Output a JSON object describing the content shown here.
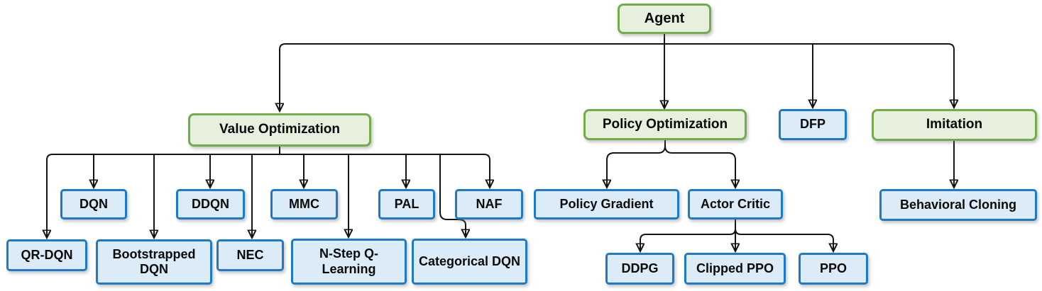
{
  "diagram": {
    "type": "hierarchy-flowchart",
    "subject": "Reinforcement learning agent taxonomy"
  },
  "colors": {
    "category_fill": "#e7f0dd",
    "category_border": "#74ac4c",
    "algorithm_fill": "#dcebf8",
    "algorithm_border": "#1e7ac9",
    "connector": "#141414",
    "text": "#0a0a0a",
    "background": "#ffffff"
  },
  "nodes": {
    "agent": {
      "label": "Agent",
      "type": "category"
    },
    "value_optimization": {
      "label": "Value Optimization",
      "type": "category"
    },
    "policy_optimization": {
      "label": "Policy Optimization",
      "type": "category"
    },
    "dfp": {
      "label": "DFP",
      "type": "algorithm"
    },
    "imitation": {
      "label": "Imitation",
      "type": "category"
    },
    "dqn": {
      "label": "DQN",
      "type": "algorithm"
    },
    "ddqn": {
      "label": "DDQN",
      "type": "algorithm"
    },
    "mmc": {
      "label": "MMC",
      "type": "algorithm"
    },
    "pal": {
      "label": "PAL",
      "type": "algorithm"
    },
    "naf": {
      "label": "NAF",
      "type": "algorithm"
    },
    "qr_dqn": {
      "label": "QR-DQN",
      "type": "algorithm"
    },
    "bootstrapped_dqn": {
      "label": "Bootstrapped DQN",
      "type": "algorithm"
    },
    "nec": {
      "label": "NEC",
      "type": "algorithm"
    },
    "n_step_q_learning": {
      "label": "N-Step Q-Learning",
      "type": "algorithm"
    },
    "categorical_dqn": {
      "label": "Categorical DQN",
      "type": "algorithm"
    },
    "policy_gradient": {
      "label": "Policy Gradient",
      "type": "algorithm"
    },
    "actor_critic": {
      "label": "Actor Critic",
      "type": "algorithm"
    },
    "ddpg": {
      "label": "DDPG",
      "type": "algorithm"
    },
    "clipped_ppo": {
      "label": "Clipped PPO",
      "type": "algorithm"
    },
    "ppo": {
      "label": "PPO",
      "type": "algorithm"
    },
    "behavioral_cloning": {
      "label": "Behavioral Cloning",
      "type": "algorithm"
    }
  },
  "edges": [
    {
      "from": "agent",
      "to": "value_optimization"
    },
    {
      "from": "agent",
      "to": "policy_optimization"
    },
    {
      "from": "agent",
      "to": "dfp"
    },
    {
      "from": "agent",
      "to": "imitation"
    },
    {
      "from": "value_optimization",
      "to": "qr_dqn"
    },
    {
      "from": "value_optimization",
      "to": "dqn"
    },
    {
      "from": "value_optimization",
      "to": "bootstrapped_dqn"
    },
    {
      "from": "value_optimization",
      "to": "ddqn"
    },
    {
      "from": "value_optimization",
      "to": "nec"
    },
    {
      "from": "value_optimization",
      "to": "mmc"
    },
    {
      "from": "value_optimization",
      "to": "n_step_q_learning"
    },
    {
      "from": "value_optimization",
      "to": "pal"
    },
    {
      "from": "value_optimization",
      "to": "categorical_dqn"
    },
    {
      "from": "value_optimization",
      "to": "naf"
    },
    {
      "from": "policy_optimization",
      "to": "policy_gradient"
    },
    {
      "from": "policy_optimization",
      "to": "actor_critic"
    },
    {
      "from": "actor_critic",
      "to": "ddpg"
    },
    {
      "from": "actor_critic",
      "to": "clipped_ppo"
    },
    {
      "from": "actor_critic",
      "to": "ppo"
    },
    {
      "from": "imitation",
      "to": "behavioral_cloning"
    }
  ]
}
